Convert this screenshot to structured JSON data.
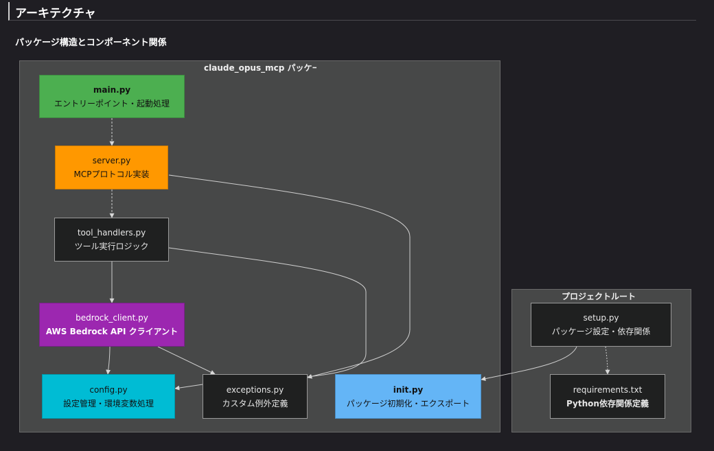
{
  "page": {
    "heading": "アーキテクチャ",
    "subheading": "パッケージ構造とコンポーネント関係"
  },
  "groups": {
    "package": {
      "title": "claude_opus_mcp パッケージ"
    },
    "project_root": {
      "title": "プロジェクトルート"
    }
  },
  "nodes": {
    "main": {
      "name": "main.py",
      "desc": "エントリーポイント・起動処理",
      "color": "#4caf50",
      "text_color": "#111111"
    },
    "server": {
      "name": "server.py",
      "desc": "MCPプロトコル実装",
      "color": "#ff9800",
      "text_color": "#111111"
    },
    "tool_handlers": {
      "name": "tool_handlers.py",
      "desc": "ツール実行ロジック",
      "color": "#1f2020",
      "text_color": "#e6e6e6"
    },
    "bedrock_client": {
      "name": "bedrock_client.py",
      "desc": "AWS Bedrock API クライアント",
      "color": "#9c27b0",
      "text_color": "#ffffff"
    },
    "config": {
      "name": "config.py",
      "desc": "設定管理・環境変数処理",
      "color": "#00bcd4",
      "text_color": "#111111"
    },
    "exceptions": {
      "name": "exceptions.py",
      "desc": "カスタム例外定義",
      "color": "#1f2020",
      "text_color": "#e6e6e6"
    },
    "init": {
      "name": "init.py",
      "desc": "パッケージ初期化・エクスポート",
      "color": "#64b5f6",
      "text_color": "#111111"
    },
    "setup": {
      "name": "setup.py",
      "desc": "パッケージ設定・依存関係",
      "color": "#1f2020",
      "text_color": "#e6e6e6"
    },
    "requirements": {
      "name": "requirements.txt",
      "desc": "Python依存関係定義",
      "color": "#1f2020",
      "text_color": "#e6e6e6"
    }
  },
  "edges": [
    {
      "from": "main",
      "to": "server",
      "style": "dashed"
    },
    {
      "from": "server",
      "to": "tool_handlers",
      "style": "dashed"
    },
    {
      "from": "tool_handlers",
      "to": "bedrock_client",
      "style": "solid"
    },
    {
      "from": "bedrock_client",
      "to": "config",
      "style": "solid"
    },
    {
      "from": "bedrock_client",
      "to": "exceptions",
      "style": "solid"
    },
    {
      "from": "server",
      "to": "exceptions",
      "style": "solid"
    },
    {
      "from": "tool_handlers",
      "to": "exceptions",
      "style": "solid"
    },
    {
      "from": "exceptions",
      "to": "config",
      "style": "solid"
    },
    {
      "from": "setup",
      "to": "init",
      "style": "solid"
    },
    {
      "from": "setup",
      "to": "requirements",
      "style": "dashed"
    }
  ]
}
